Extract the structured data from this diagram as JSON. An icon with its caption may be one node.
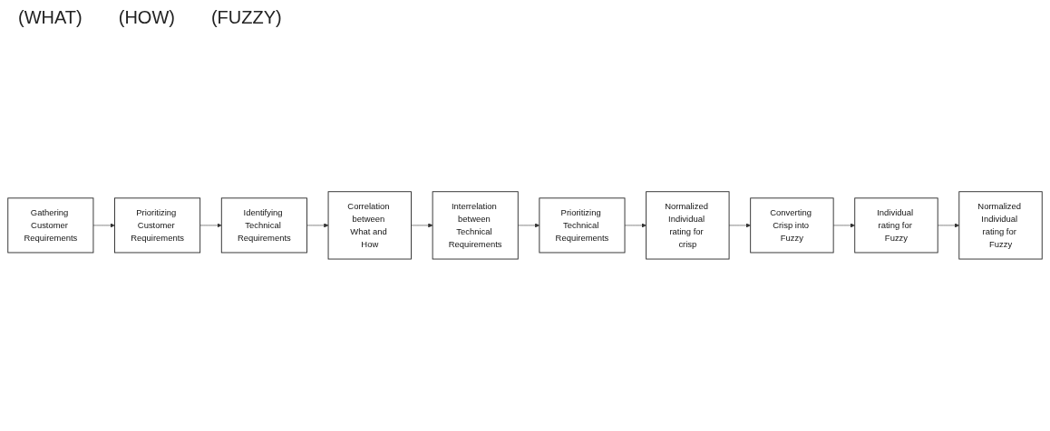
{
  "diagram": {
    "nodes": [
      {
        "text": [
          "Gathering Customer Requirements"
        ]
      },
      {
        "text": [
          "Prioritizing Customer Requirements"
        ]
      },
      {
        "text": [
          "Identifying Technical Requirements"
        ]
      },
      {
        "text": [
          "Correlation between What and How"
        ]
      },
      {
        "text": [
          "Interrelation between Technical Requirements"
        ]
      },
      {
        "text": [
          "Prioritizing Technical Requirements"
        ]
      },
      {
        "text": [
          "Normalized Individual rating for crisp"
        ]
      },
      {
        "text": [
          "Converting Crisp into Fuzzy"
        ]
      },
      {
        "text": [
          "Individual rating for Fuzzy"
        ]
      },
      {
        "text": [
          "Normalized Individual rating for Fuzzy"
        ]
      }
    ],
    "edges": [
      {
        "from": 0,
        "to": 1,
        "arrow": "to"
      },
      {
        "from": 1,
        "to": 2,
        "arrow": "to"
      },
      {
        "from": 2,
        "to": 3,
        "arrow": "to"
      },
      {
        "from": 3,
        "to": 4,
        "arrow": "to"
      },
      {
        "from": 4,
        "to": 5,
        "arrow": "to"
      },
      {
        "from": 5,
        "to": 6,
        "arrow": "to"
      },
      {
        "from": 6,
        "to": 7,
        "arrow": "to"
      },
      {
        "from": 7,
        "to": 8,
        "arrow": "to"
      },
      {
        "from": 8,
        "to": 9,
        "arrow": "to"
      }
    ],
    "labels": [
      "(WHAT)",
      "(HOW)",
      "(FUZZY)"
    ]
  }
}
